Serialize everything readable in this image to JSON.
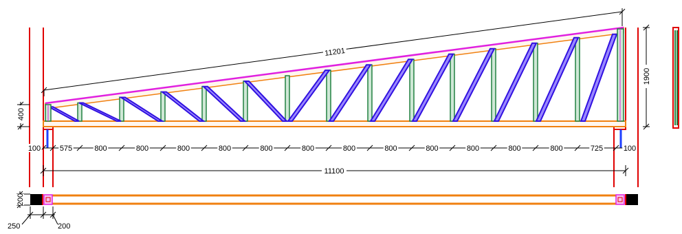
{
  "drawing": {
    "top_chord_length": "11201",
    "total_span": "11100",
    "right_height": "1900",
    "left_height": "400",
    "support_width_left": "100",
    "support_width_right": "100",
    "first_panel": "575",
    "last_panel": "725",
    "panel": "800",
    "plan_depth": "200",
    "plan_bearing": "250",
    "plan_width": "200"
  },
  "colors": {
    "top_chord": "#e020e0",
    "chord_inner": "#f08010",
    "web_diag": "#3010e0",
    "web_vert": "#208040",
    "support": "#e00000",
    "post": "#2040ff",
    "line": "#000000"
  }
}
